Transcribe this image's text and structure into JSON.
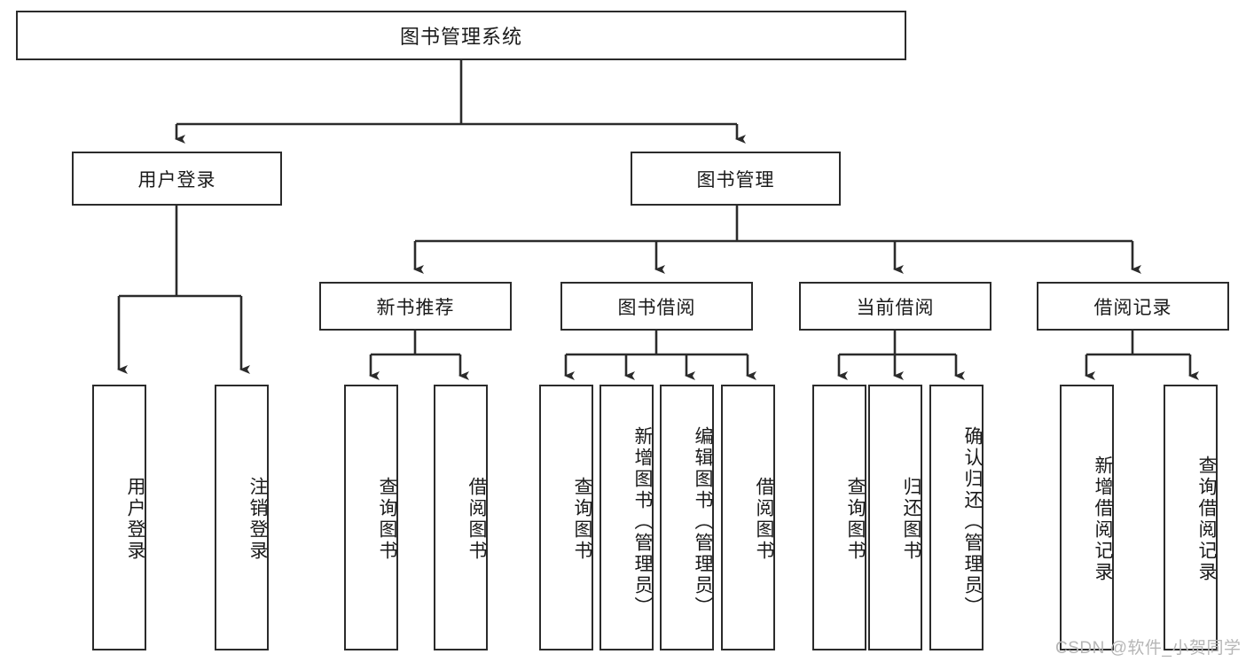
{
  "diagram": {
    "type": "hierarchy-tree",
    "title": "图书管理系统",
    "root": {
      "label": "图书管理系统"
    },
    "level2": [
      {
        "label": "用户登录"
      },
      {
        "label": "图书管理"
      }
    ],
    "level3": [
      {
        "label": "新书推荐"
      },
      {
        "label": "图书借阅"
      },
      {
        "label": "当前借阅"
      },
      {
        "label": "借阅记录"
      }
    ],
    "leaves": {
      "user_login": [
        {
          "label": "用户登录"
        },
        {
          "label": "注销登录"
        }
      ],
      "new_book_recommend": [
        {
          "label": "查询图书"
        },
        {
          "label": "借阅图书"
        }
      ],
      "book_borrow": [
        {
          "label": "查询图书"
        },
        {
          "label": "新增图书（管理员）"
        },
        {
          "label": "编辑图书（管理员）"
        },
        {
          "label": "借阅图书"
        }
      ],
      "current_borrow": [
        {
          "label": "查询图书"
        },
        {
          "label": "归还图书"
        },
        {
          "label": "确认归还（管理员）"
        }
      ],
      "borrow_record": [
        {
          "label": "新增借阅记录"
        },
        {
          "label": "查询借阅记录"
        }
      ]
    }
  },
  "watermark": {
    "text": "CSDN @软件_小贺同学"
  },
  "colors": {
    "stroke": "#2b2b2b",
    "background": "#ffffff",
    "text": "#1a1a1a",
    "watermark": "#b6b6b6"
  }
}
